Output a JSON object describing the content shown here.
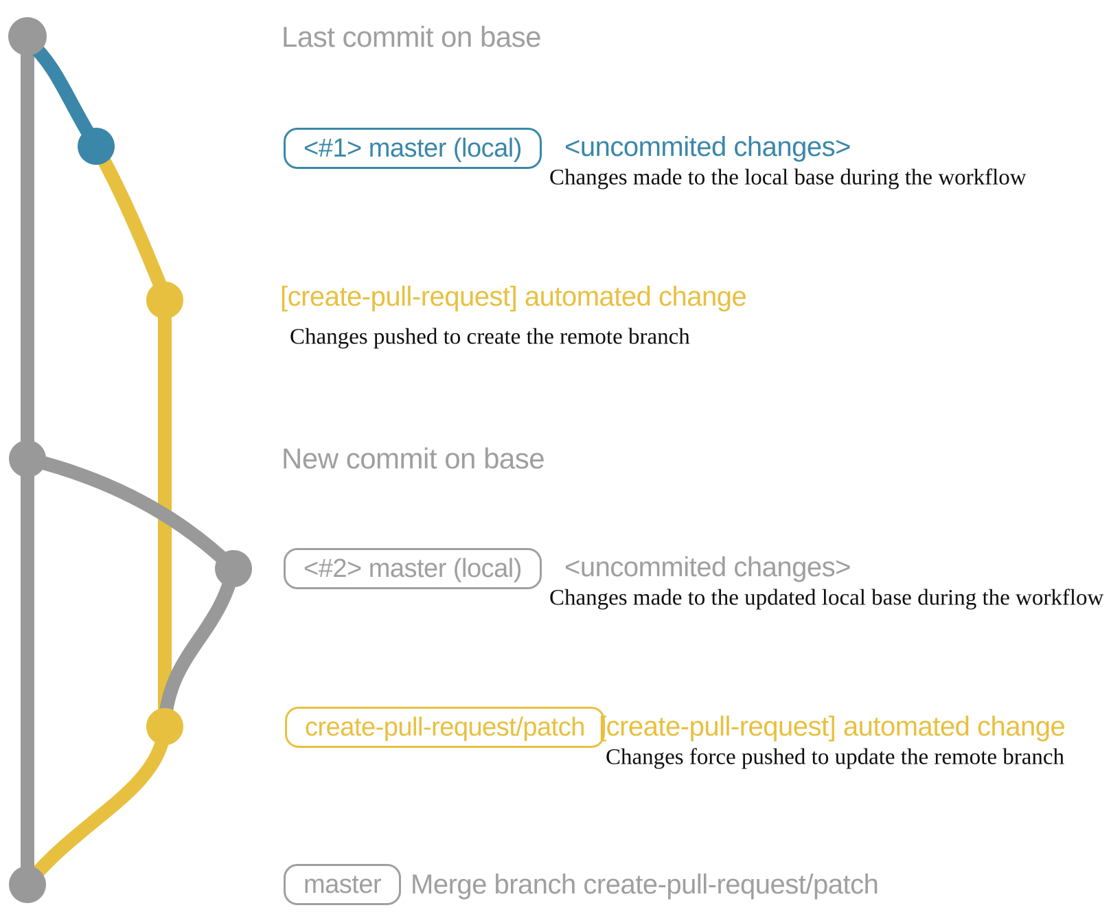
{
  "colors": {
    "gray": "#999999",
    "gray_text": "#9f9f9f",
    "blue": "#3a87a9",
    "yellow": "#e8c040",
    "description_black": "#0e0e0e",
    "background": "#ffffff"
  },
  "graph": {
    "branches": [
      "base (gray)",
      "local master changes (blue)",
      "create-pull-request/patch (yellow)"
    ],
    "node_icon": "commit-node"
  },
  "rows": [
    {
      "label": "Last commit on base"
    },
    {
      "box": "<#1> master (local)",
      "annotation": "<uncommited changes>",
      "description": "Changes made to the local base during the workflow"
    },
    {
      "label": "[create-pull-request] automated change",
      "description": "Changes pushed to create the remote branch"
    },
    {
      "label": "New commit on base"
    },
    {
      "box": "<#2> master (local)",
      "annotation": "<uncommited changes>",
      "description": "Changes made to the updated local base during the workflow"
    },
    {
      "box": "create-pull-request/patch",
      "annotation": "[create-pull-request] automated change",
      "description": "Changes force pushed to update the remote branch"
    },
    {
      "box": "master",
      "annotation": "Merge branch create-pull-request/patch"
    }
  ]
}
